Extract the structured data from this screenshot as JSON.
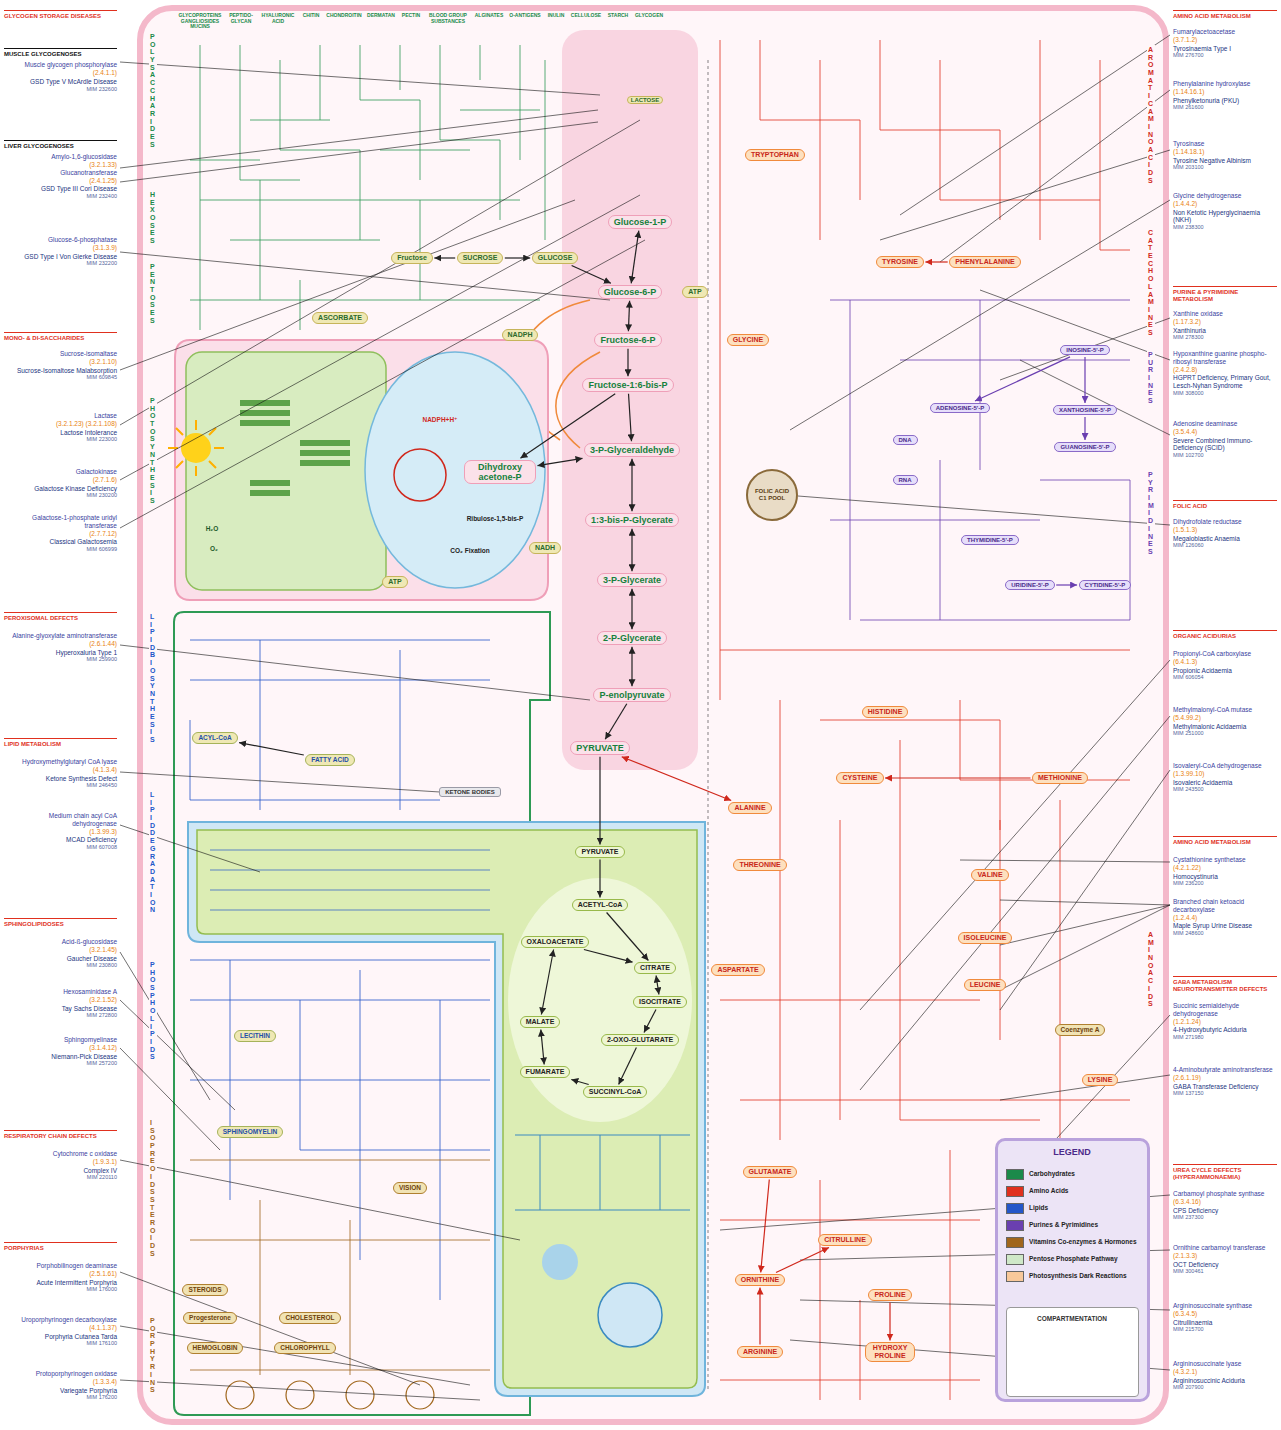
{
  "diagram": {
    "nodes": [
      {
        "text": [
          "Glucose-1-P"
        ]
      },
      {
        "text": [
          "GLUCOSE"
        ]
      },
      {
        "text": [
          "SUCROSE"
        ]
      },
      {
        "text": [
          "Fructose"
        ]
      },
      {
        "text": [
          "Glucose-6-P"
        ]
      },
      {
        "text": [
          "Fructose-6-P"
        ]
      },
      {
        "text": [
          "Fructose-1:6-bis-P"
        ]
      },
      {
        "text": [
          "3-P-Glyceraldehyde"
        ]
      },
      {
        "text": [
          "Dihydroxy acetone-P"
        ]
      },
      {
        "text": [
          "1:3-bis-P-Glycerate"
        ]
      },
      {
        "text": [
          "3-P-Glycerate"
        ]
      },
      {
        "text": [
          "2-P-Glycerate"
        ]
      },
      {
        "text": [
          "P-enolpyruvate"
        ]
      },
      {
        "text": [
          "PYRUVATE"
        ]
      },
      {
        "text": [
          "NADPH"
        ]
      },
      {
        "text": [
          "ATP"
        ]
      },
      {
        "text": [
          "NADH"
        ]
      },
      {
        "text": [
          "ASCORBATE"
        ]
      },
      {
        "text": [
          "ATP"
        ]
      },
      {
        "text": [
          "FATTY ACID"
        ]
      },
      {
        "text": [
          "ACYL-CoA"
        ]
      },
      {
        "text": [
          "KETONE BODIES"
        ]
      },
      {
        "text": [
          "LECITHIN"
        ]
      },
      {
        "text": [
          "SPHINGOMYELIN"
        ]
      },
      {
        "text": [
          "STEROIDS"
        ]
      },
      {
        "text": [
          "Progesterone"
        ]
      },
      {
        "text": [
          "CHOLESTEROL"
        ]
      },
      {
        "text": [
          "HEMOGLOBIN"
        ]
      },
      {
        "text": [
          "CHLOROPHYLL"
        ]
      },
      {
        "text": [
          "VISION"
        ]
      },
      {
        "text": [
          "ACETYL-CoA"
        ]
      },
      {
        "text": [
          "OXALOACETATE"
        ]
      },
      {
        "text": [
          "CITRATE"
        ]
      },
      {
        "text": [
          "ISOCITRATE"
        ]
      },
      {
        "text": [
          "2-OXO-GLUTARATE"
        ]
      },
      {
        "text": [
          "SUCCINYL-CoA"
        ]
      },
      {
        "text": [
          "FUMARATE"
        ]
      },
      {
        "text": [
          "MALATE"
        ]
      },
      {
        "text": [
          "PYRUVATE"
        ]
      },
      {
        "text": [
          "TRYPTOPHAN"
        ]
      },
      {
        "text": [
          "TYROSINE"
        ]
      },
      {
        "text": [
          "PHENYLALANINE"
        ]
      },
      {
        "text": [
          "GLYCINE"
        ]
      },
      {
        "text": [
          "HISTIDINE"
        ]
      },
      {
        "text": [
          "CYSTEINE"
        ]
      },
      {
        "text": [
          "METHIONINE"
        ]
      },
      {
        "text": [
          "ALANINE"
        ]
      },
      {
        "text": [
          "THREONINE"
        ]
      },
      {
        "text": [
          "VALINE"
        ]
      },
      {
        "text": [
          "ISOLEUCINE"
        ]
      },
      {
        "text": [
          "LEUCINE"
        ]
      },
      {
        "text": [
          "LYSINE"
        ]
      },
      {
        "text": [
          "ASPARTATE"
        ]
      },
      {
        "text": [
          "GLUTAMATE"
        ]
      },
      {
        "text": [
          "ORNITHINE"
        ]
      },
      {
        "text": [
          "ARGININE"
        ]
      },
      {
        "text": [
          "PROLINE"
        ]
      },
      {
        "text": [
          "HYDROXY PROLINE"
        ]
      },
      {
        "text": [
          "CITRULLINE"
        ]
      },
      {
        "text": [
          "Coenzyme A"
        ]
      },
      {
        "text": [
          "FOLIC ACID C1 POOL"
        ]
      },
      {
        "text": [
          "INOSINE-5'-P"
        ]
      },
      {
        "text": [
          "ADENOSINE-5'-P"
        ]
      },
      {
        "text": [
          "XANTHOSINE-5'-P"
        ]
      },
      {
        "text": [
          "GUANOSINE-5'-P"
        ]
      },
      {
        "text": [
          "DNA"
        ]
      },
      {
        "text": [
          "RNA"
        ]
      },
      {
        "text": [
          "THYMIDINE-5'-P"
        ]
      },
      {
        "text": [
          "URIDINE-5'-P"
        ]
      },
      {
        "text": [
          "CYTIDINE-5'-P"
        ]
      }
    ],
    "edges": [
      {
        "from": 1,
        "to": 4,
        "arrow": "to"
      },
      {
        "from": 0,
        "to": 4,
        "arrow": "both"
      },
      {
        "from": 4,
        "to": 5,
        "arrow": "both"
      },
      {
        "from": 5,
        "to": 6,
        "arrow": "to"
      },
      {
        "from": 6,
        "to": 7,
        "arrow": "to"
      },
      {
        "from": 6,
        "to": 8,
        "arrow": "to"
      },
      {
        "from": 8,
        "to": 7,
        "arrow": "both"
      },
      {
        "from": 7,
        "to": 9,
        "arrow": "both"
      },
      {
        "from": 9,
        "to": 10,
        "arrow": "both"
      },
      {
        "from": 10,
        "to": 11,
        "arrow": "both"
      },
      {
        "from": 11,
        "to": 12,
        "arrow": "both"
      },
      {
        "from": 12,
        "to": 13,
        "arrow": "to"
      },
      {
        "from": 13,
        "to": 38,
        "arrow": "to"
      },
      {
        "from": 38,
        "to": 30,
        "arrow": "to"
      },
      {
        "from": 30,
        "to": 32,
        "arrow": "to"
      },
      {
        "from": 31,
        "to": 32,
        "arrow": "to"
      },
      {
        "from": 32,
        "to": 33,
        "arrow": "both"
      },
      {
        "from": 33,
        "to": 34,
        "arrow": "to"
      },
      {
        "from": 34,
        "to": 35,
        "arrow": "to"
      },
      {
        "from": 35,
        "to": 36,
        "arrow": "to"
      },
      {
        "from": 36,
        "to": 37,
        "arrow": "both"
      },
      {
        "from": 37,
        "to": 31,
        "arrow": "both"
      },
      {
        "from": 2,
        "to": 1,
        "arrow": "to"
      },
      {
        "from": 2,
        "to": 3,
        "arrow": "to"
      },
      {
        "from": 19,
        "to": 20,
        "arrow": "to"
      },
      {
        "from": 13,
        "to": 46,
        "arrow": "both"
      },
      {
        "from": 41,
        "to": 40,
        "arrow": "to"
      },
      {
        "from": 45,
        "to": 44,
        "arrow": "to"
      },
      {
        "from": 53,
        "to": 54,
        "arrow": "to"
      },
      {
        "from": 54,
        "to": 58,
        "arrow": "to"
      },
      {
        "from": 55,
        "to": 54,
        "arrow": "to"
      },
      {
        "from": 56,
        "to": 57,
        "arrow": "to"
      },
      {
        "from": 61,
        "to": 63,
        "arrow": "to"
      },
      {
        "from": 63,
        "to": 64,
        "arrow": "to"
      },
      {
        "from": 61,
        "to": 62,
        "arrow": "to"
      },
      {
        "from": 68,
        "to": 69,
        "arrow": "to"
      }
    ],
    "labels": [
      "GLYCOGEN STORAGE DISEASES",
      "MUSCLE GLYCOGENOSES",
      "Muscle glycogen phosphorylase",
      "(2.4.1.1)",
      "GSD Type V McArdle Disease",
      "MIM 232600",
      "LIVER GLYCOGENOSES",
      "Amylo-1,6-glucosidase",
      "(3.2.1.33)",
      "Glucanotransferase",
      "(2.4.1.25)",
      "GSD Type III Cori Disease",
      "MIM 232400",
      "Glucose-6-phosphatase",
      "(3.1.3.9)",
      "GSD Type I Von Gierke Disease",
      "MIM 232200",
      "MONO- & DI-SACCHARIDES",
      "Sucrose-isomaltase",
      "(3.2.1.10)",
      "Sucrose-Isomaltose Malabsorption",
      "MIM 609845",
      "Lactase",
      "(3.2.1.23) (3.2.1.108)",
      "Lactose Intolerance",
      "MIM 223000",
      "Galactokinase",
      "(2.7.1.6)",
      "Galactose Kinase Deficiency",
      "MIM 230200",
      "Galactose-1-phosphate uridyl transferase",
      "(2.7.7.12)",
      "Classical Galactosemia",
      "MIM 606999",
      "PEROXISOMAL DEFECTS",
      "Alanine-glyoxylate aminotransferase",
      "(2.6.1.44)",
      "Hyperoxaluria Type 1",
      "MIM 259900",
      "LIPID METABOLISM",
      "Hydroxymethylglutaryl CoA lyase",
      "(4.1.3.4)",
      "Ketone Synthesis Defect",
      "MIM 246450",
      "Medium chain acyl CoA dehydrogenase",
      "(1.3.99.3)",
      "MCAD Deficiency",
      "MIM 607008",
      "SPHINGOLIPIDOSES",
      "Acid-ß-glucosidase",
      "(3.2.1.45)",
      "Gaucher Disease",
      "MIM 230800",
      "Hexosaminidase A",
      "(3.2.1.52)",
      "Tay Sachs Disease",
      "MIM 272800",
      "Sphingomyelinase",
      "(3.1.4.12)",
      "Niemann-Pick Disease",
      "MIM 257200",
      "RESPIRATORY CHAIN DEFECTS",
      "Cytochrome c oxidase",
      "(1.9.3.1)",
      "Complex IV",
      "MIM 220110",
      "PORPHYRIAS",
      "Porphobilinogen deaminase",
      "(2.5.1.61)",
      "Acute Intermittent Porphyria",
      "MIM 176000",
      "Uroporphyrinogen decarboxylase",
      "(4.1.1.37)",
      "Porphyria Cutanea Tarda",
      "MIM 176100",
      "Protoporphyrinogen oxidase",
      "(1.3.3.4)",
      "Variegate Porphyria",
      "MIM 176200",
      "AMINO ACID METABOLISM",
      "Fumarylacetoacetase",
      "(3.7.1.2)",
      "Tyrosinaemia Type I",
      "MIM 276700",
      "Phenylalanine hydroxylase",
      "(1.14.16.1)",
      "Phenylketonuria (PKU)",
      "MIM 261600",
      "Tyrosinase",
      "(1.14.18.1)",
      "Tyrosine Negative Albinism",
      "MIM 203100",
      "Glycine dehydrogenase",
      "(1.4.4.2)",
      "Non Ketotic Hyperglycinaemia (NKH)",
      "MIM 238300",
      "PURINE & PYRIMIDINE METABOLISM",
      "Xanthine oxidase",
      "(1.17.3.2)",
      "Xanthinuria",
      "MIM 278300",
      "Hypoxanthine guanine phospho-ribosyl transferase",
      "(2.4.2.8)",
      "HGPRT Deficiency, Primary Gout, Lesch-Nyhan Syndrome",
      "MIM 308000",
      "Adenosine deaminase",
      "(3.5.4.4)",
      "Severe Combined Immuno-Deficiency (SCID)",
      "MIM 102700",
      "FOLIC ACID",
      "Dihydrofolate reductase",
      "(1.5.1.3)",
      "Megaloblastic Anaemia",
      "MIM 126060",
      "ORGANIC ACIDURIAS",
      "Propionyl-CoA carboxylase",
      "(6.4.1.3)",
      "Propionic Acidaemia",
      "MIM 606054",
      "Methylmalonyl-CoA mutase",
      "(5.4.99.2)",
      "Methylmalonic Acidaemia",
      "MIM 251000",
      "Isovaleryl-CoA dehydrogenase",
      "(1.3.99.10)",
      "Isovaleric Acidaemia",
      "MIM 243500",
      "AMINO ACID METABOLISM",
      "Cystathionine synthetase",
      "(4.2.1.22)",
      "Homocystinuria",
      "MIM 236200",
      "Branched chain ketoacid decarboxylase",
      "(1.2.4.4)",
      "Maple Syrup Urine Disease",
      "MIM 248600",
      "GABA METABOLISM NEUROTRANSMITTER DEFECTS",
      "Succinic semialdehyde dehydrogenase",
      "(1.2.1.24)",
      "4-Hydroxybutyric Aciduria",
      "MIM 271980",
      "4-Aminobutyrate aminotransferase",
      "(2.6.1.19)",
      "GABA Transferase Deficiency",
      "MIM 137150",
      "UREA CYCLE DEFECTS (HYPERAMMONAEMIA)",
      "Carbamoyl phosphate synthase",
      "(6.3.4.16)",
      "CPS Deficiency",
      "MIM 237300",
      "Ornithine carbamoyl transferase",
      "(2.1.3.3)",
      "OCT Deficiency",
      "MIM 300461",
      "Argininosuccinate synthase",
      "(6.3.4.5)",
      "Citrullinaemia",
      "MIM 215700",
      "Argininosuccinate lyase",
      "(4.3.2.1)",
      "Argininosuccinic Aciduria",
      "MIM 207900",
      "POLYSACCHARIDES",
      "HEXOSES",
      "PENTOSES",
      "PHOTOSYNTHESIS",
      "LIPID BIOSYNTHESIS",
      "LIPID DEGRADATION",
      "PHOSPHOLIPIDS",
      "ISOPREOIDS STEROIDS",
      "PORPHYRINS",
      "AROMATIC AMINO ACIDS",
      "CATECHOLAMINES",
      "PURINES",
      "PYRIMIDINES",
      "AMINO ACIDS",
      "GLYCOPROTEINS GANGLIOSIDES MUCINS",
      "PEPTIDO-GLYCAN",
      "HYALURONIC ACID",
      "CHITIN",
      "CHONDROITIN",
      "DERMATAN",
      "PECTIN",
      "BLOOD GROUP SUBSTANCES",
      "ALGINATES",
      "O-ANTIGENS",
      "INULIN",
      "CELLULOSE",
      "STARCH",
      "GLYCOGEN",
      "LACTOSE",
      "CO₂ Fixation",
      "NADPH+H⁺",
      "Ribulose-1,5-bis-P",
      "H₂O",
      "O₂",
      "LEGEND",
      "COMPARTMENTATION"
    ],
    "legend": [
      {
        "text": "Carbohydrates",
        "color": "#1b8a4a"
      },
      {
        "text": "Amino Acids",
        "color": "#e0301e"
      },
      {
        "text": "Lipids",
        "color": "#2356c9"
      },
      {
        "text": "Purines & Pyrimidines",
        "color": "#6a3fb0"
      },
      {
        "text": "Vitamins Co-enzymes & Hormones",
        "color": "#a0661c"
      },
      {
        "text": "Pentose Phosphate Pathway",
        "color": "#cfe8c8"
      },
      {
        "text": "Photosynthesis Dark Reactions",
        "color": "#f8c89a"
      }
    ]
  }
}
